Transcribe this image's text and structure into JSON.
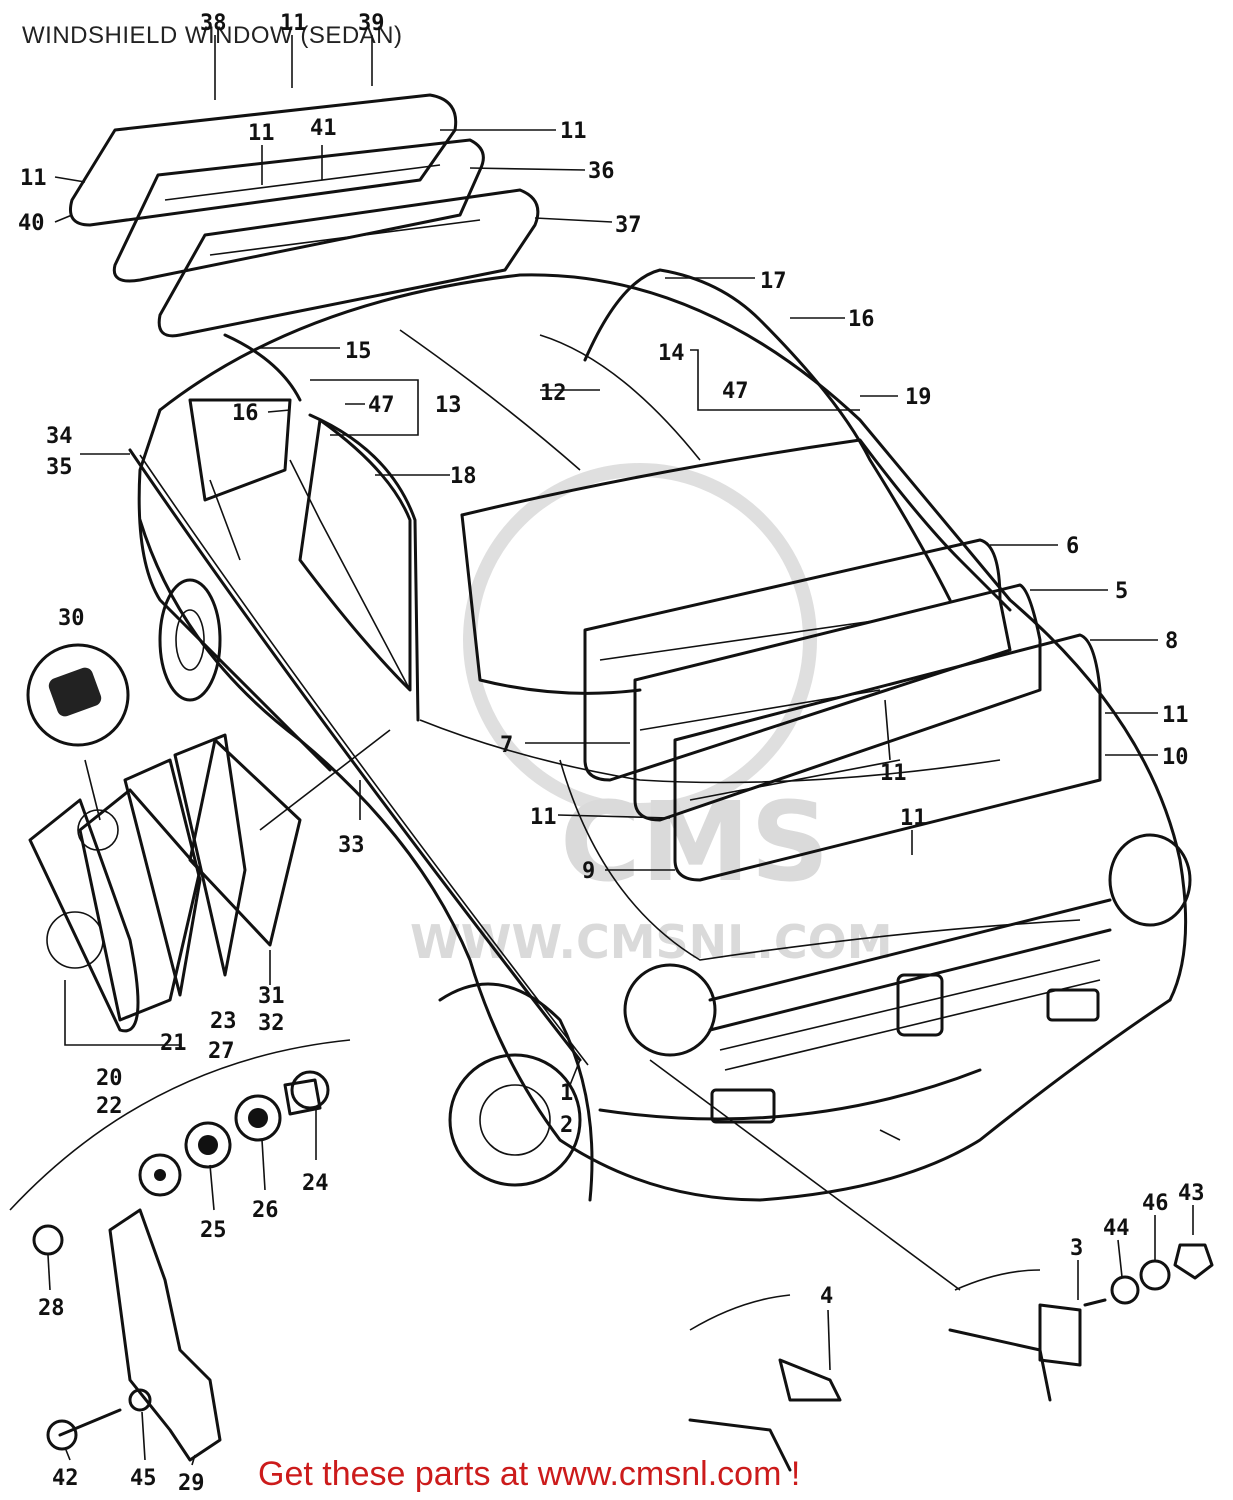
{
  "title": "WINDSHIELD WINDOW (SEDAN)",
  "footer": "Get these parts at www.cmsnl.com !",
  "watermark": {
    "logo": "CMS",
    "url": "WWW.CMSNL.COM"
  },
  "callouts": [
    {
      "id": "c38",
      "text": "38"
    },
    {
      "id": "c11a",
      "text": "11"
    },
    {
      "id": "c39",
      "text": "39"
    },
    {
      "id": "c11b",
      "text": "11"
    },
    {
      "id": "c41",
      "text": "41"
    },
    {
      "id": "c11c",
      "text": "11"
    },
    {
      "id": "c36",
      "text": "36"
    },
    {
      "id": "c11d",
      "text": "11"
    },
    {
      "id": "c40",
      "text": "40"
    },
    {
      "id": "c37",
      "text": "37"
    },
    {
      "id": "c17",
      "text": "17"
    },
    {
      "id": "c16a",
      "text": "16"
    },
    {
      "id": "c15",
      "text": "15"
    },
    {
      "id": "c14",
      "text": "14"
    },
    {
      "id": "c47a",
      "text": "47"
    },
    {
      "id": "c12",
      "text": "12"
    },
    {
      "id": "c19",
      "text": "19"
    },
    {
      "id": "c16b",
      "text": "16"
    },
    {
      "id": "c47b",
      "text": "47"
    },
    {
      "id": "c13",
      "text": "13"
    },
    {
      "id": "c34",
      "text": "34"
    },
    {
      "id": "c35",
      "text": "35"
    },
    {
      "id": "c18",
      "text": "18"
    },
    {
      "id": "c6",
      "text": "6"
    },
    {
      "id": "c5",
      "text": "5"
    },
    {
      "id": "c8",
      "text": "8"
    },
    {
      "id": "c30",
      "text": "30"
    },
    {
      "id": "c11e",
      "text": "11"
    },
    {
      "id": "c10",
      "text": "10"
    },
    {
      "id": "c7",
      "text": "7"
    },
    {
      "id": "c11f",
      "text": "11"
    },
    {
      "id": "c11g",
      "text": "11"
    },
    {
      "id": "c11h",
      "text": "11"
    },
    {
      "id": "c33",
      "text": "33"
    },
    {
      "id": "c9",
      "text": "9"
    },
    {
      "id": "c31",
      "text": "31"
    },
    {
      "id": "c32",
      "text": "32"
    },
    {
      "id": "c23",
      "text": "23"
    },
    {
      "id": "c21",
      "text": "21"
    },
    {
      "id": "c27",
      "text": "27"
    },
    {
      "id": "c20",
      "text": "20"
    },
    {
      "id": "c22",
      "text": "22"
    },
    {
      "id": "c1",
      "text": "1"
    },
    {
      "id": "c2",
      "text": "2"
    },
    {
      "id": "c24",
      "text": "24"
    },
    {
      "id": "c26",
      "text": "26"
    },
    {
      "id": "c25",
      "text": "25"
    },
    {
      "id": "c28",
      "text": "28"
    },
    {
      "id": "c43",
      "text": "43"
    },
    {
      "id": "c46",
      "text": "46"
    },
    {
      "id": "c44",
      "text": "44"
    },
    {
      "id": "c3",
      "text": "3"
    },
    {
      "id": "c4",
      "text": "4"
    },
    {
      "id": "c42",
      "text": "42"
    },
    {
      "id": "c45",
      "text": "45"
    },
    {
      "id": "c29",
      "text": "29"
    }
  ]
}
